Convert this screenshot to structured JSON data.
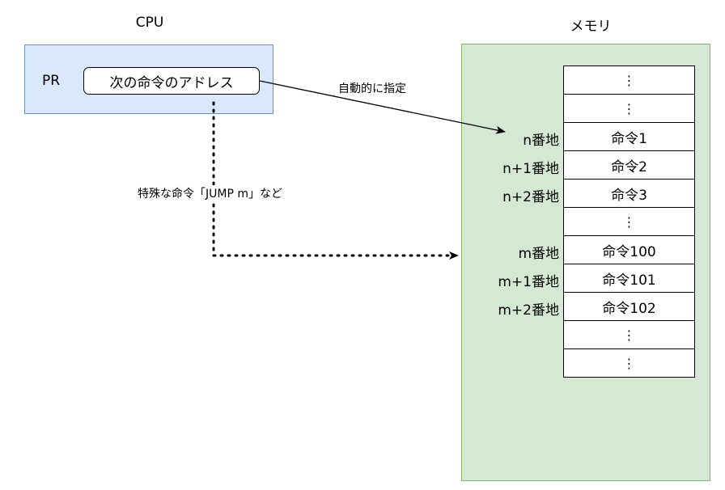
{
  "cpu": {
    "title": "CPU",
    "register_label": "PR",
    "register_value": "次の命令のアドレス"
  },
  "memory": {
    "title": "メモリ",
    "cells": [
      {
        "address": "",
        "content": "⋮"
      },
      {
        "address": "",
        "content": "⋮"
      },
      {
        "address": "n番地",
        "content": "命令1"
      },
      {
        "address": "n+1番地",
        "content": "命令2"
      },
      {
        "address": "n+2番地",
        "content": "命令3"
      },
      {
        "address": "",
        "content": "⋮"
      },
      {
        "address": "m番地",
        "content": "命令100"
      },
      {
        "address": "m+1番地",
        "content": "命令101"
      },
      {
        "address": "m+2番地",
        "content": "命令102"
      },
      {
        "address": "",
        "content": "⋮"
      },
      {
        "address": "",
        "content": "⋮"
      }
    ]
  },
  "arrows": {
    "auto_label": "自動的に指定",
    "jump_label": "特殊な命令「JUMP m」など"
  }
}
